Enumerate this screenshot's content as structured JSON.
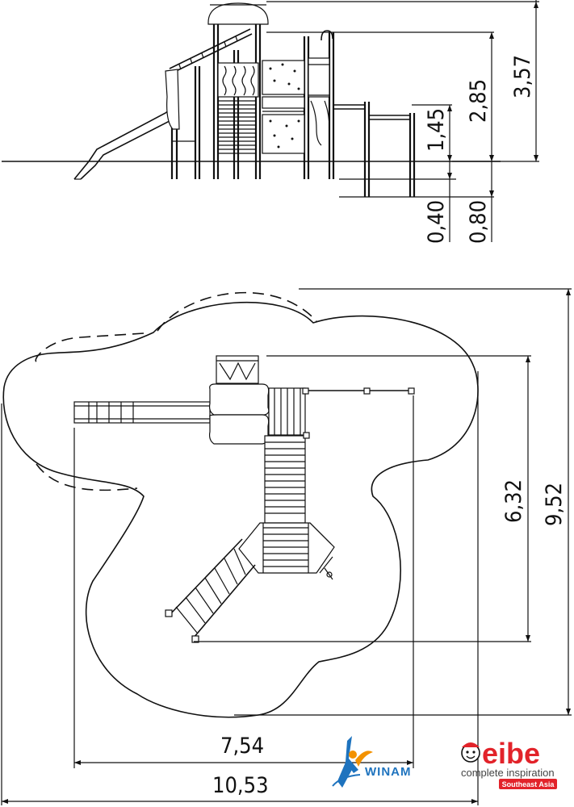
{
  "elevation": {
    "heights": {
      "total": "3,57",
      "platform_top": "2,85",
      "platform_low": "1,45",
      "foundation_short": "0,40",
      "foundation_long": "0,80"
    }
  },
  "plan": {
    "width_inner": "7,54",
    "width_total": "10,53",
    "depth_inner": "6,32",
    "depth_total": "9,52"
  },
  "logos": {
    "winam_text": "WINAM",
    "eibe_text": "eibe",
    "eibe_tagline": "complete inspiration",
    "eibe_region": "Southeast Asia",
    "eibe_color": "#e2232a",
    "winam_blue": "#1e73be",
    "winam_orange": "#f39200"
  }
}
